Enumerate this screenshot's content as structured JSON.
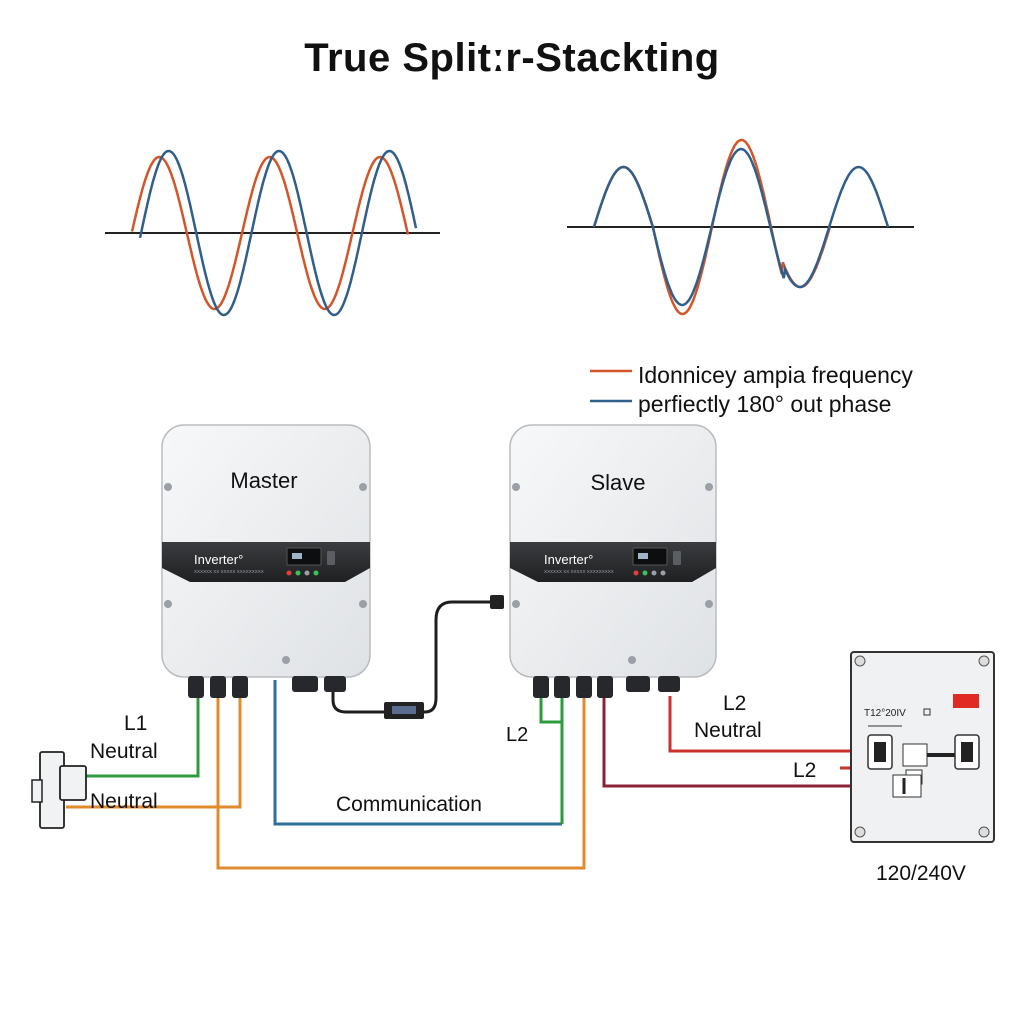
{
  "title": "True Splitːr-Stackting",
  "legend": [
    {
      "label": "Idonnicey ampia frequency",
      "color": "#d4552a"
    },
    {
      "label": "perfiectly 180° out phase",
      "color": "#2f5f8a"
    }
  ],
  "units": {
    "master": {
      "label": "Master",
      "brand": "Inverter°",
      "subtext": "XXXXXX XX XXXXX XXXXXXXXX"
    },
    "slave": {
      "label": "Slave",
      "brand": "Inverter°",
      "subtext": "XXXXXX XX XXXXX XXXXXXXXX"
    }
  },
  "wires": {
    "l1": "L1",
    "neutral_top": "Neutral",
    "neutral_bottom": "Neutral",
    "communication": "Communication",
    "l2_slave": "L2",
    "l2_panel": "L2",
    "neutral_panel": "Neutral",
    "l2_lower": "L2"
  },
  "panel": {
    "label": "T12°20IV",
    "voltage": "120/240V"
  },
  "colors": {
    "orange": "#e08a2c",
    "green": "#2e9a3e",
    "blue": "#2f6f9a",
    "red": "#c8322c",
    "maroon": "#8a2236",
    "wave_red": "#d4552a",
    "wave_blue": "#2f5f8a"
  }
}
